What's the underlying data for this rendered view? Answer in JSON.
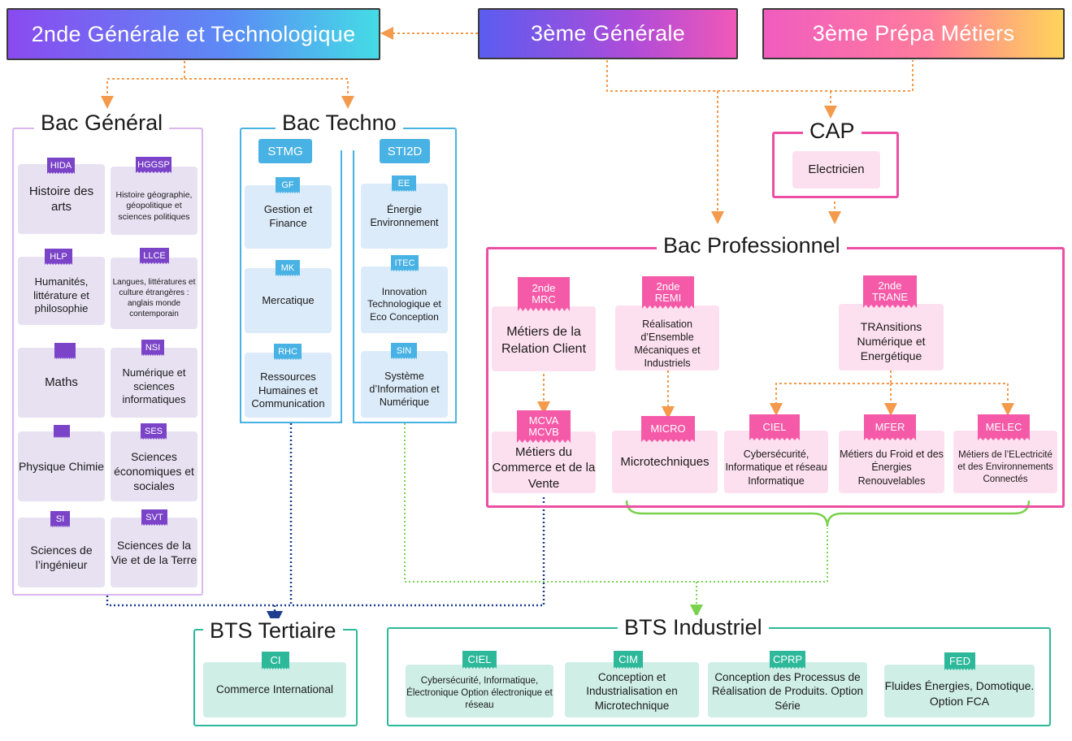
{
  "top": {
    "seconde": "2nde Générale et Technologique",
    "troisieme": "3ème Générale",
    "prepa": "3ème Prépa Métiers"
  },
  "bac_general": {
    "title": "Bac Général",
    "cards": [
      {
        "tag": "HIDA",
        "label": "Histoire des arts"
      },
      {
        "tag": "HGGSP",
        "label": "Histoire géographie, géopolitique et sciences politiques"
      },
      {
        "tag": "HLP",
        "label": "Humanités, littérature et philosophie"
      },
      {
        "tag": "LLCE",
        "label": "Langues, littératures et culture étrangères : anglais monde contemporain"
      },
      {
        "tag": "",
        "label": "Maths"
      },
      {
        "tag": "NSI",
        "label": "Numérique et sciences informatiques"
      },
      {
        "tag": "",
        "label": "Physique Chimie"
      },
      {
        "tag": "SES",
        "label": "Sciences économiques et sociales"
      },
      {
        "tag": "SI",
        "label": "Sciences de l’ingénieur"
      },
      {
        "tag": "SVT",
        "label": "Sciences de la Vie et de la Terre"
      }
    ]
  },
  "bac_techno": {
    "title": "Bac Techno",
    "stmg": "STMG",
    "sti2d": "STI2D",
    "stmg_cards": [
      {
        "tag": "GF",
        "label": "Gestion et Finance"
      },
      {
        "tag": "MK",
        "label": "Mercatique"
      },
      {
        "tag": "RHC",
        "label": "Ressources Humaines et Communication"
      }
    ],
    "sti2d_cards": [
      {
        "tag": "EE",
        "label": "Énergie Environnement"
      },
      {
        "tag": "ITEC",
        "label": "Innovation Technologique et Eco Conception"
      },
      {
        "tag": "SIN",
        "label": "Système d’Information et Numérique"
      }
    ]
  },
  "cap": {
    "title": "CAP",
    "card": "Electricien"
  },
  "bac_pro": {
    "title": "Bac Professionnel",
    "mrc": {
      "tag": "2nde MRC",
      "label": "Métiers de la Relation Client"
    },
    "remi": {
      "tag": "2nde REMI",
      "label": "Réalisation d’Ensemble Mécaniques et Industriels"
    },
    "trane": {
      "tag": "2nde TRANE",
      "label": "TRAnsitions Numérique et Energétique"
    },
    "mcva": {
      "tag": "MCVA MCVB",
      "label": "Métiers du Commerce et de la Vente"
    },
    "micro": {
      "tag": "MICRO",
      "label": "Microtechniques"
    },
    "ciel": {
      "tag": "CIEL",
      "label": "Cybersécurité, Informatique et réseau Informatique"
    },
    "mfer": {
      "tag": "MFER",
      "label": "Métiers du Froid et des Énergies Renouvelables"
    },
    "melec": {
      "tag": "MELEC",
      "label": "Métiers de l’ELectricité et des Environnements Connectés"
    }
  },
  "bts_tertiaire": {
    "title": "BTS Tertiaire",
    "ci": {
      "tag": "CI",
      "label": "Commerce International"
    }
  },
  "bts_industriel": {
    "title": "BTS Industriel",
    "cards": [
      {
        "tag": "CIEL",
        "label": "Cybersécurité, Informatique, Électronique Option électronique et réseau"
      },
      {
        "tag": "CIM",
        "label": "Conception et Industrialisation en Microtechnique"
      },
      {
        "tag": "CPRP",
        "label": "Conception des Processus de Réalisation de Produits. Option Série"
      },
      {
        "tag": "FED",
        "label": "Fluides Énergies, Domotique. Option FCA"
      }
    ]
  },
  "colors": {
    "purple": "#7b44c8",
    "blue": "#49b2e4",
    "pink": "#f55aa8",
    "green": "#2db89a",
    "orange": "#f39a4c",
    "navy": "#1d3f8e",
    "lime": "#7ad24e"
  }
}
